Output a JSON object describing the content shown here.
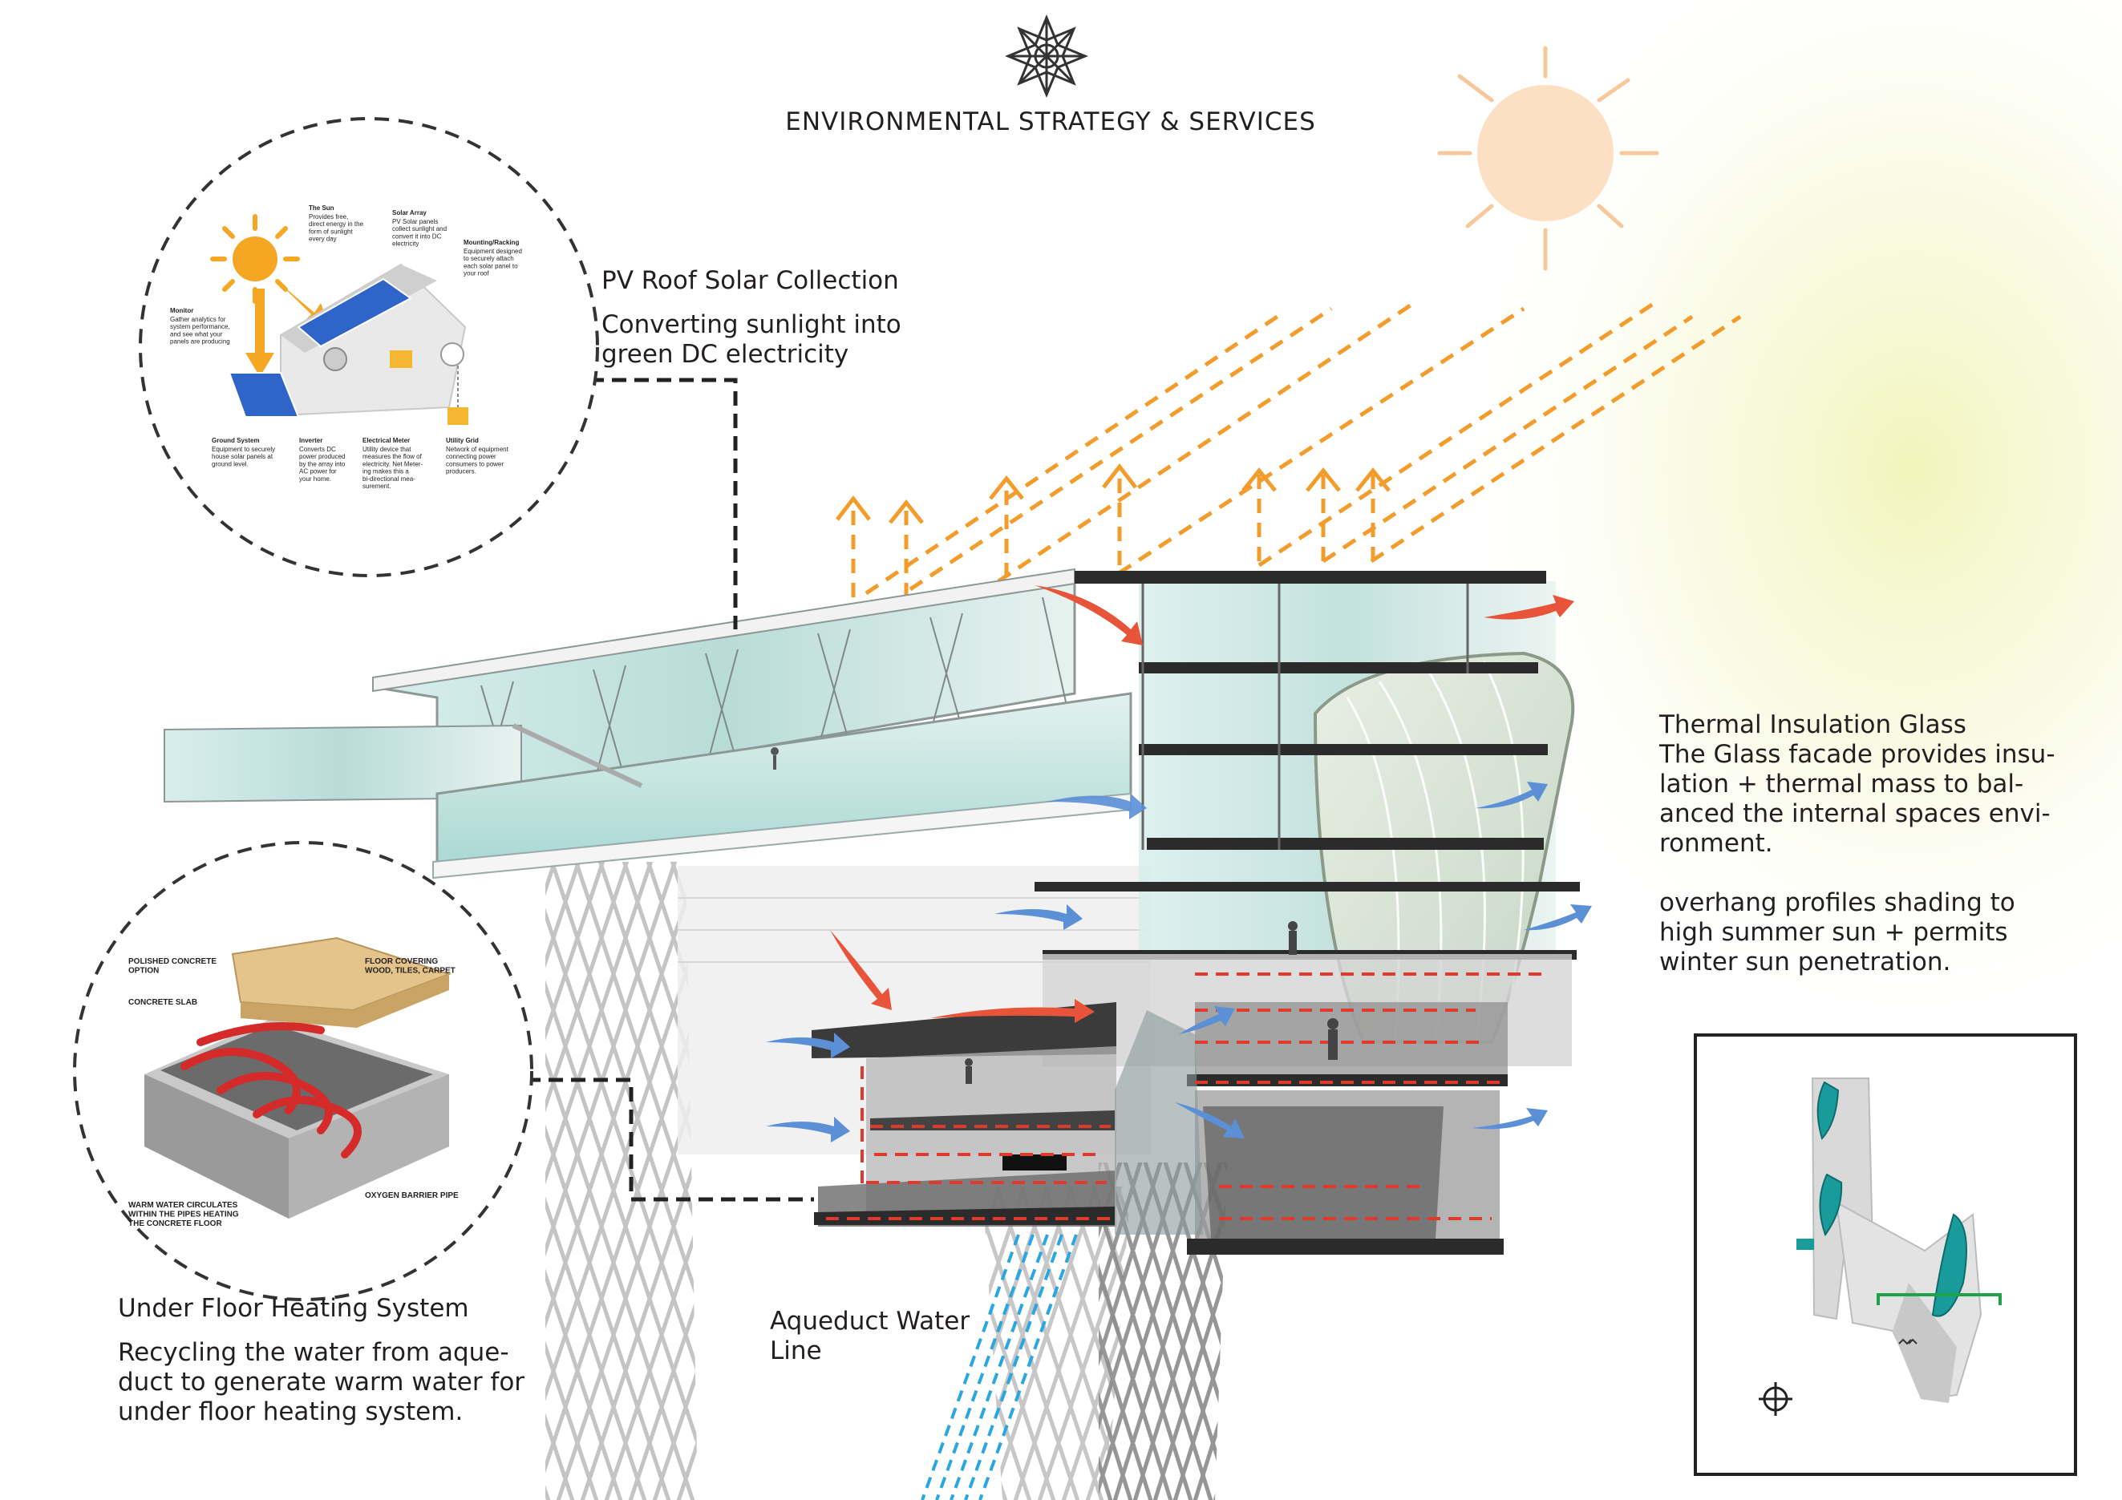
{
  "header": {
    "title": "ENVIRONMENTAL STRATEGY & SERVICES"
  },
  "pv": {
    "heading": "PV Roof Solar Collection",
    "body": "Converting sunlight into\ngreen DC electricity"
  },
  "thermal": {
    "heading": "Thermal Insulation Glass",
    "body": "The Glass facade provides insu-\nlation + thermal mass to bal-\nanced the internal spaces envi-\nronment.",
    "overhang": "overhang profiles shading to\nhigh summer sun + permits\nwinter sun penetration."
  },
  "floor": {
    "heading": "Under Floor Heating System",
    "body": "Recycling the water from aque-\nduct to generate warm water for\nunder floor heating system."
  },
  "aqueduct": {
    "label": "Aqueduct Water\nLine"
  },
  "solar_inset": {
    "sun_title": "The Sun",
    "sun_desc": "Provides free,\ndirect energy in the\nform of sunlight\nevery day",
    "array_title": "Solar Array",
    "array_desc": "PV Solar panels\ncollect sunlight and\nconvert it into DC\nelectricity",
    "mount_title": "Mounting/Racking",
    "mount_desc": "Equipment designed\nto securely attach\neach solar panel to\nyour roof",
    "monitor_title": "Monitor",
    "monitor_desc": "Gather analytics for\nsystem performance,\nand see what your\npanels are producing",
    "ground_title": "Ground System",
    "ground_desc": "Equipment to securely\nhouse solar panels at\nground level.",
    "inverter_title": "Inverter",
    "inverter_desc": "Converts DC\npower produced\nby the array into\nAC power for\nyour home.",
    "meter_title": "Electrical Meter",
    "meter_desc": "Utility device that\nmeasures the flow of\nelectricity. Net Meter-\ning makes this a\nbi-directional mea-\nsurement.",
    "grid_title": "Utility Grid",
    "grid_desc": "Network of equipment\nconnecting power\nconsumers to power\nproducers."
  },
  "floor_inset": {
    "polished": "POLISHED CONCRETE\nOPTION",
    "covering": "FLOOR COVERING\nWOOD, TILES, CARPET",
    "slab": "CONCRETE SLAB",
    "warm": "WARM WATER CIRCULATES\nWITHIN THE PIPES HEATING\nTHE CONCRETE FLOOR",
    "barrier": "OXYGEN BARRIER PIPE"
  },
  "colors": {
    "sun": "#fde0c4",
    "sun_rays": "#f9c89a",
    "pv_arrows": "#f39c2b",
    "cool_air": "#5b8fd6",
    "warm_air": "#e8543a",
    "heating": "#e03a2c",
    "water": "#2aa6e0",
    "glass": "#c9e6e2",
    "inset_green": "#1fa34a"
  }
}
